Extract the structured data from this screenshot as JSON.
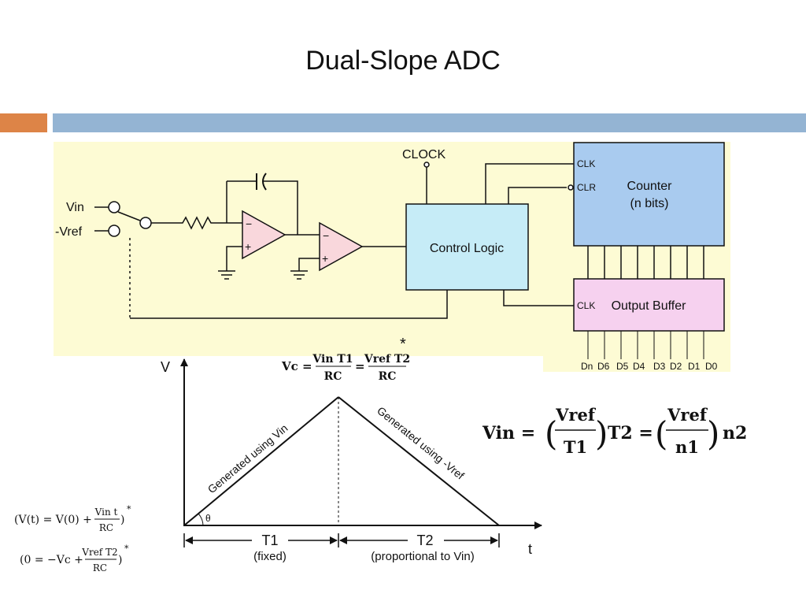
{
  "slide": {
    "title": "Dual-Slope ADC"
  },
  "circuit": {
    "vin_label": "Vin",
    "vref_label": "-Vref",
    "clock_label": "CLOCK",
    "control_logic_label": "Control Logic",
    "counter_label_line1": "Counter",
    "counter_label_line2": "(n bits)",
    "counter_clk_pin": "CLK",
    "counter_clr_pin": "CLR",
    "buffer_label": "Output Buffer",
    "buffer_clk_pin": "CLK",
    "output_bits": [
      "Dn",
      "D6",
      "D5",
      "D4",
      "D3",
      "D2",
      "D1",
      "D0"
    ],
    "colors": {
      "panel": "#fdfbd4",
      "control": "#c6ecf7",
      "counter": "#a9cbef",
      "buffer": "#f6d1ef",
      "opamp": "#f9d7dc"
    }
  },
  "graph": {
    "y_axis_label": "V",
    "x_axis_label": "t",
    "rise_label": "Generated using Vin",
    "fall_label": "Generated using -Vref",
    "angle_label": "θ",
    "t1_label": "T1",
    "t1_note": "(fixed)",
    "t2_label": "T2",
    "t2_note": "(proportional to Vin)"
  },
  "equations": {
    "asterisk": "*",
    "vc_lhs": "Vc =",
    "vc_frac1_num": "Vin T1",
    "vc_frac1_den": "RC",
    "vc_eq": "=",
    "vc_frac2_num": "Vref T2",
    "vc_frac2_den": "RC",
    "vin_lhs": "Vin =",
    "vin_frac1_num": "Vref",
    "vin_frac1_den": "T1",
    "vin_mid": "T2 =",
    "vin_frac2_num": "Vref",
    "vin_frac2_den": "n1",
    "vin_tail": "n2",
    "side1_left": "(V(t) = V(0) +",
    "side1_num": "Vin t",
    "side1_den": "RC",
    "side1_right": ")",
    "side1_star": "*",
    "side2_left": "(0 = −Vc +",
    "side2_num": "Vref T2",
    "side2_den": "RC",
    "side2_right": ")",
    "side2_star": "*"
  }
}
